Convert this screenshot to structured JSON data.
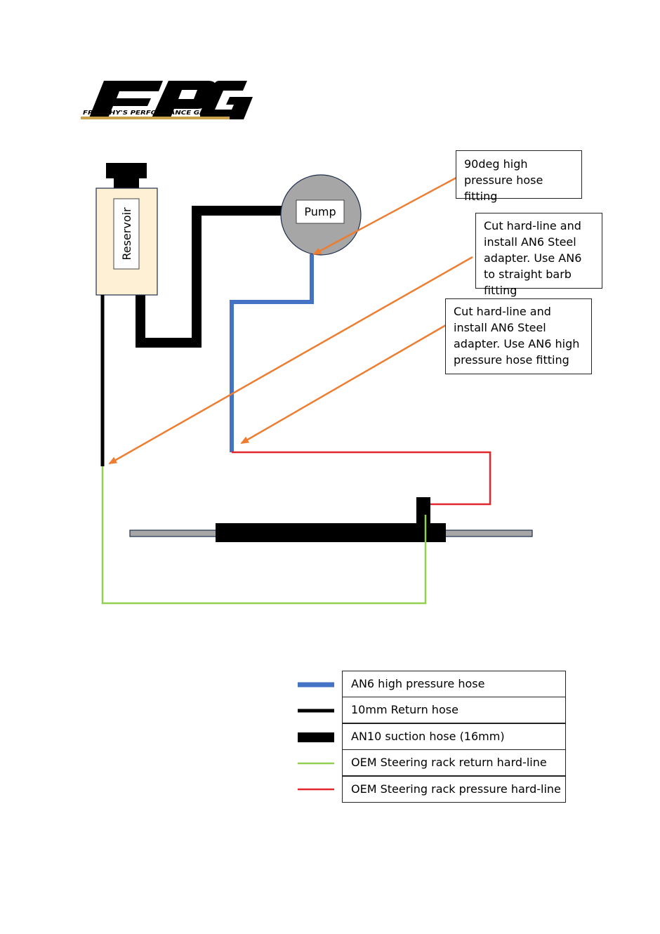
{
  "logo": {
    "text": "FPG",
    "subtitle": "FRENCHY'S PERFORMANCE GARAGE"
  },
  "components": {
    "reservoir": "Reservoir",
    "pump": "Pump"
  },
  "callouts": [
    {
      "id": "fitting-90deg",
      "text": "90deg high pressure hose fitting"
    },
    {
      "id": "an6-straight-barb",
      "text": "Cut hard-line and install AN6 Steel adapter. Use AN6 to straight barb fitting"
    },
    {
      "id": "an6-high-pressure",
      "text": "Cut hard-line and install AN6 Steel adapter. Use AN6 high pressure hose fitting"
    }
  ],
  "legend": [
    {
      "label": "AN6 high pressure hose",
      "color": "#4472c4",
      "icon": "thick-blue-line"
    },
    {
      "label": "10mm Return hose",
      "color": "#000000",
      "icon": "black-line"
    },
    {
      "label": "AN10 suction hose (16mm)",
      "color": "#000000",
      "icon": "thick-black-bar"
    },
    {
      "label": "OEM Steering rack return hard-line",
      "color": "#92d050",
      "icon": "green-line"
    },
    {
      "label": "OEM Steering rack pressure hard-line",
      "color": "#e3262b",
      "icon": "red-line"
    }
  ],
  "colors": {
    "an6_hose": "#4472c4",
    "return_hose": "#000000",
    "suction_hose": "#000000",
    "rack_return": "#92d050",
    "rack_pressure": "#e3262b",
    "leader_arrow": "#ed7d31",
    "reservoir_fill": "#fdf0d5",
    "pump_fill": "#a6a6a6",
    "logo_gold": "#c9a24a"
  }
}
